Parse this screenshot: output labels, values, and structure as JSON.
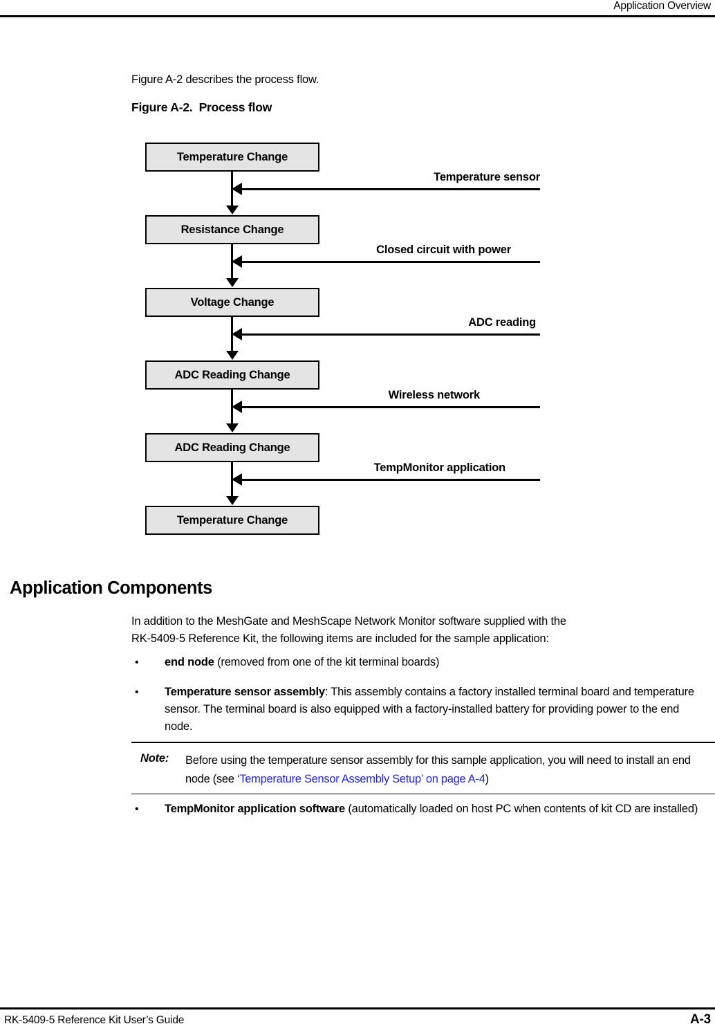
{
  "header": {
    "title": "Application Overview"
  },
  "intro": {
    "text": "Figure A-2 describes the process flow."
  },
  "figure": {
    "caption_number": "Figure A-2.",
    "caption_title": "Process flow",
    "boxes": [
      {
        "label": "Temperature Change"
      },
      {
        "label": "Resistance Change"
      },
      {
        "label": "Voltage Change"
      },
      {
        "label": "ADC Reading Change"
      },
      {
        "label": "ADC Reading Change"
      },
      {
        "label": "Temperature Change"
      }
    ],
    "arrows": [
      {
        "label": "Temperature sensor"
      },
      {
        "label": "Closed circuit with power"
      },
      {
        "label": "ADC reading"
      },
      {
        "label": "Wireless network"
      },
      {
        "label": "TempMonitor application"
      }
    ]
  },
  "section": {
    "heading": "Application Components",
    "paragraph_line1": "In addition to the MeshGate and MeshScape Network Monitor software supplied with the",
    "paragraph_line2": "RK-5409-5 Reference Kit, the following items are included for the sample application:",
    "bullet_mark": "•",
    "bullets": [
      {
        "bold": "end node",
        "rest": " (removed from one of the kit terminal boards)"
      },
      {
        "bold": "Temperature sensor assembly",
        "rest": ": This assembly contains a factory installed terminal board and temperature sensor. The terminal board is also equipped with a factory-installed battery for providing power to the end node."
      },
      {
        "bold": "TempMonitor application software",
        "rest": " (automatically loaded on host PC when contents of kit CD are installed)"
      }
    ]
  },
  "note": {
    "label": "Note:",
    "text_before": "Before using the temperature sensor assembly for this sample application, you will need to install an end node (see ",
    "link_text": "‘Temperature Sensor Assembly Setup’ on page A-4",
    "text_after": ")"
  },
  "footer": {
    "guide_title": "RK-5409-5 Reference Kit User’s Guide",
    "page_number": "A-3"
  },
  "colors": {
    "box_fill": "#e4e4e4",
    "box_border": "#000000",
    "link": "#2222dd",
    "rule": "#000000"
  }
}
